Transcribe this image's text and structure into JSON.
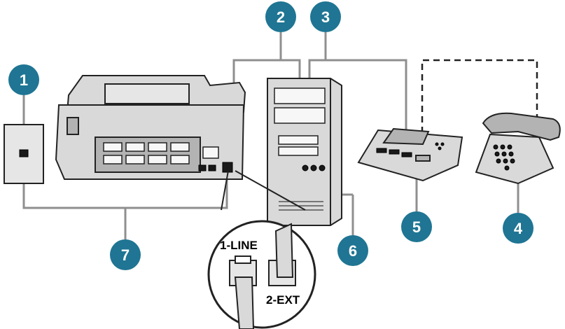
{
  "diagram": {
    "callouts": [
      "1",
      "2",
      "3",
      "4",
      "5",
      "6",
      "7"
    ],
    "port_labels": {
      "line": "1-LINE",
      "ext": "2-EXT"
    },
    "colors": {
      "callout_fill": "#1f7593",
      "cable": "#8f8f8f",
      "device_fill": "#d9d9d9"
    },
    "icons": {
      "wall_jack": "telephone-wall-jack-icon",
      "printer": "all-in-one-printer-icon",
      "computer": "tower-computer-icon",
      "answering_machine": "answering-machine-icon",
      "telephone": "desk-telephone-icon",
      "magnifier": "port-magnifier-icon"
    }
  }
}
